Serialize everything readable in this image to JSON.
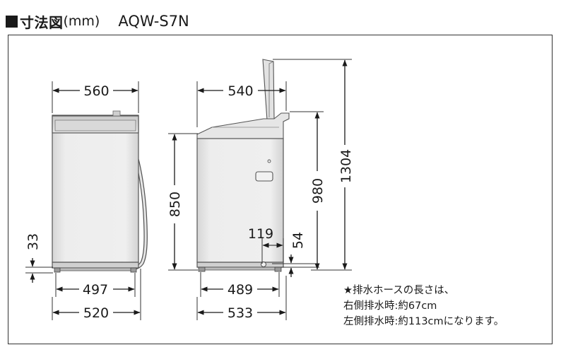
{
  "header": {
    "jp_title": "寸法図",
    "unit": "(mm)",
    "model": "AQW-S7N"
  },
  "front_view": {
    "width_top": "560",
    "height_33": "33",
    "width_497": "497",
    "width_520": "520"
  },
  "side_view": {
    "width_540": "540",
    "height_850": "850",
    "height_980": "980",
    "height_1304": "1304",
    "dim_119": "119",
    "dim_54": "54",
    "width_489": "489",
    "width_533": "533"
  },
  "note": {
    "line1": "★排水ホースの長さは、",
    "line2": "右側排水時:約67cm",
    "line3": "左側排水時:約113cmになります。"
  }
}
